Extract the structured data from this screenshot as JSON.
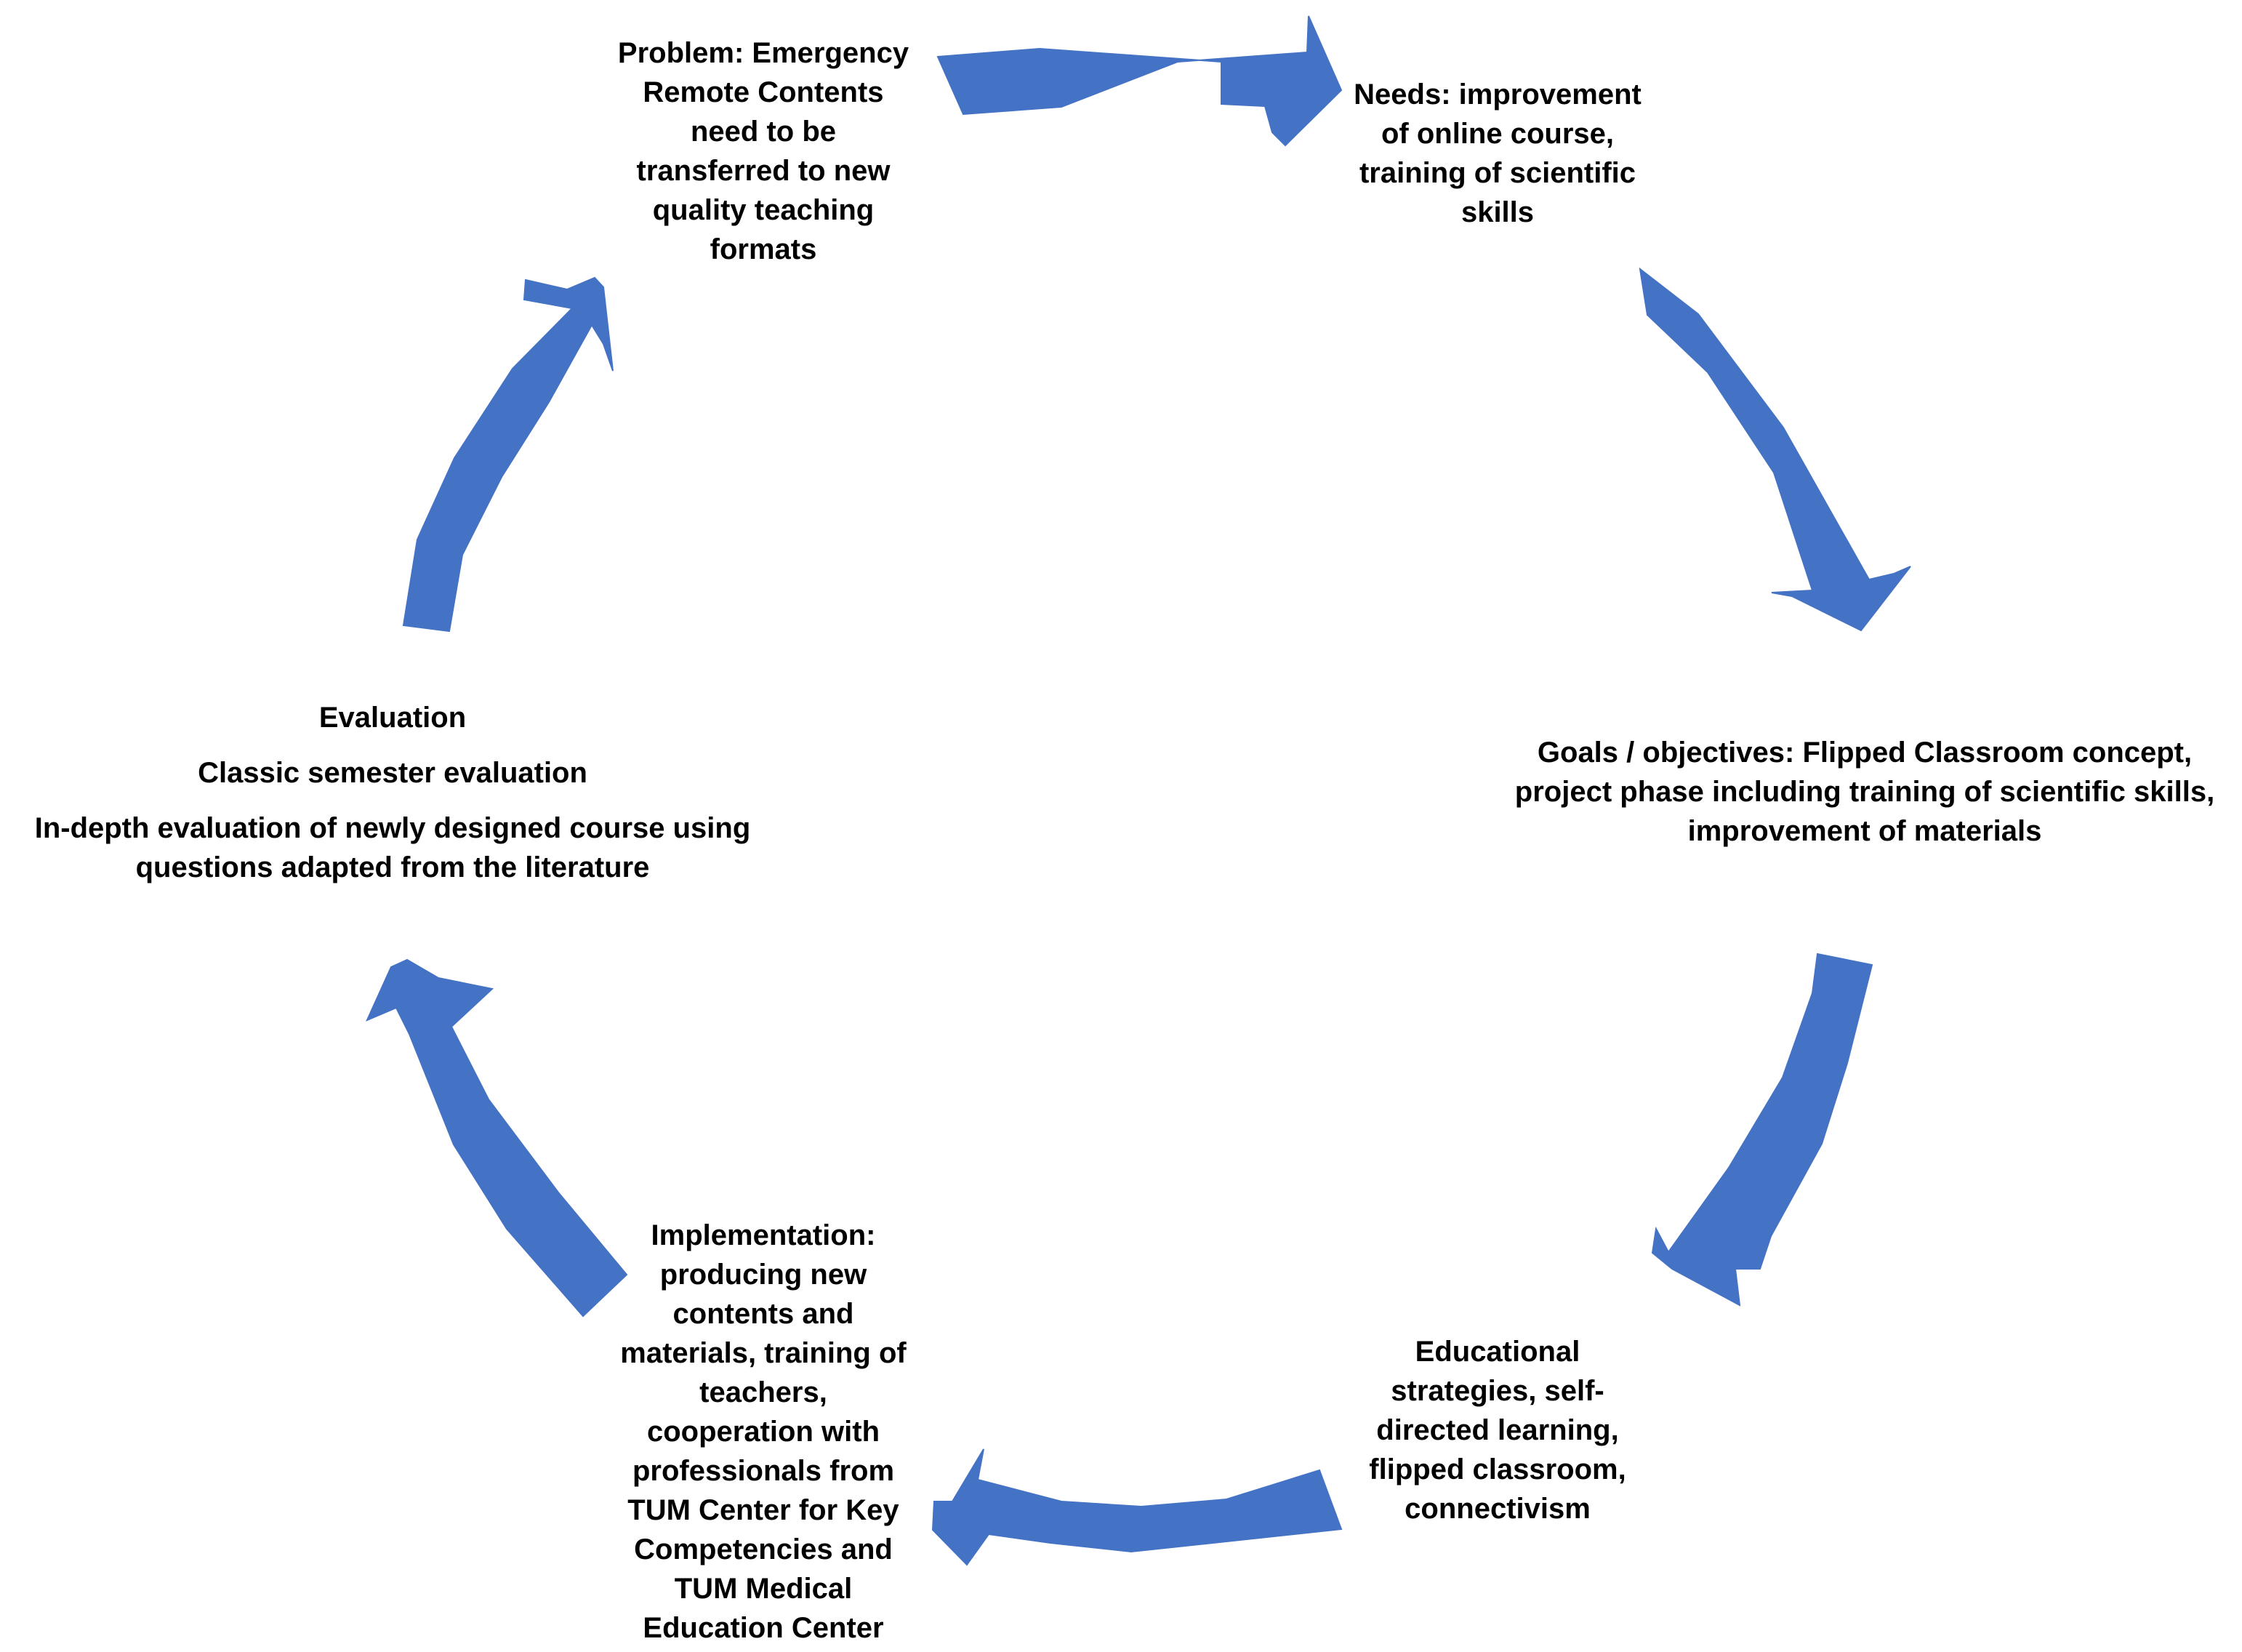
{
  "diagram": {
    "colors": {
      "arrow": "#4472C4",
      "text": "#000000",
      "background": "#ffffff"
    },
    "nodes": {
      "problem": {
        "lines": [
          "Problem: Emergency",
          "Remote Contents",
          "need to be",
          "transferred to new",
          "quality teaching",
          "formats"
        ]
      },
      "needs": {
        "lines": [
          "Needs: improvement",
          "of online course,",
          "training of scientific",
          "skills"
        ]
      },
      "goals": {
        "lines": [
          "Goals / objectives: Flipped Classroom concept,",
          "project phase including training of scientific skills,",
          "improvement of materials"
        ]
      },
      "strategies": {
        "lines": [
          "Educational",
          "strategies, self-",
          "directed learning,",
          "flipped classroom,",
          "connectivism"
        ]
      },
      "implementation": {
        "lines": [
          "Implementation:",
          "producing new",
          "contents and",
          "materials, training of",
          "teachers,",
          "cooperation with",
          "professionals from",
          "TUM Center for Key",
          "Competencies and",
          "TUM Medical",
          "Education Center"
        ]
      },
      "evaluation": {
        "title": "Evaluation",
        "subtitle": "Classic semester evaluation",
        "detail_lines": [
          "In-depth evaluation of newly designed course using",
          "questions adapted from the literature"
        ]
      }
    }
  }
}
